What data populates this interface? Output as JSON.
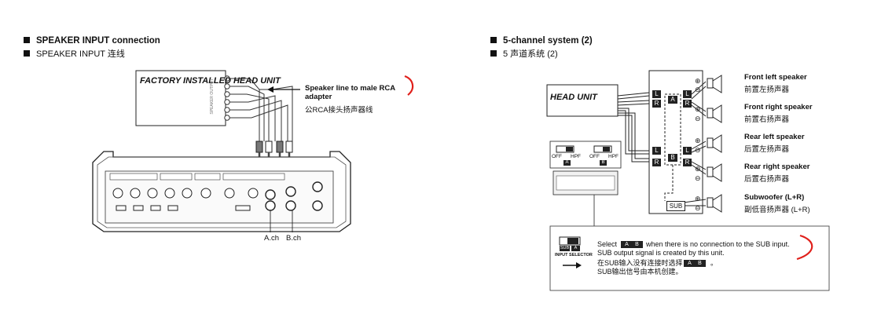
{
  "left": {
    "title": "SPEAKER INPUT connection",
    "title_cn": "SPEAKER INPUT 连线",
    "head_unit": "FACTORY INSTALLED HEAD UNIT",
    "speaker_output_label": "SPEAKER OUTPUT",
    "callout": "Speaker line to male RCA adapter",
    "callout_cn": "公RCA接头扬声器线",
    "ch_a": "A.ch",
    "ch_b": "B.ch"
  },
  "right": {
    "title": "5-channel system (2)",
    "title_cn": "5 声道系统 (2)",
    "head_unit": "HEAD UNIT",
    "off": "OFF",
    "hpf": "HPF",
    "a": "A",
    "b": "B",
    "l": "L",
    "r": "R",
    "sub": "SUB",
    "speakers": [
      {
        "en": "Front left speaker",
        "cn": "前置左扬声器"
      },
      {
        "en": "Front right speaker",
        "cn": "前置右扬声器"
      },
      {
        "en": "Rear left speaker",
        "cn": "后置左扬声器"
      },
      {
        "en": "Rear right speaker",
        "cn": "后置右扬声器"
      },
      {
        "en": "Subwoofer (L+R)",
        "cn": "副低音扬声器 (L+R)"
      }
    ],
    "note": {
      "input_selector": "INPUT SELECTOR",
      "line1a": "Select",
      "line1b": "when there is no connection to the SUB input.",
      "line2": "SUB output signal is created by this unit.",
      "line3a": "在SUB输入没有连接时选择",
      "line3b": "。",
      "line4": "SUB输出信号由本机创建。"
    }
  },
  "colors": {
    "annotation": "#e0201b",
    "ink": "#111111",
    "grey": "#888888"
  }
}
